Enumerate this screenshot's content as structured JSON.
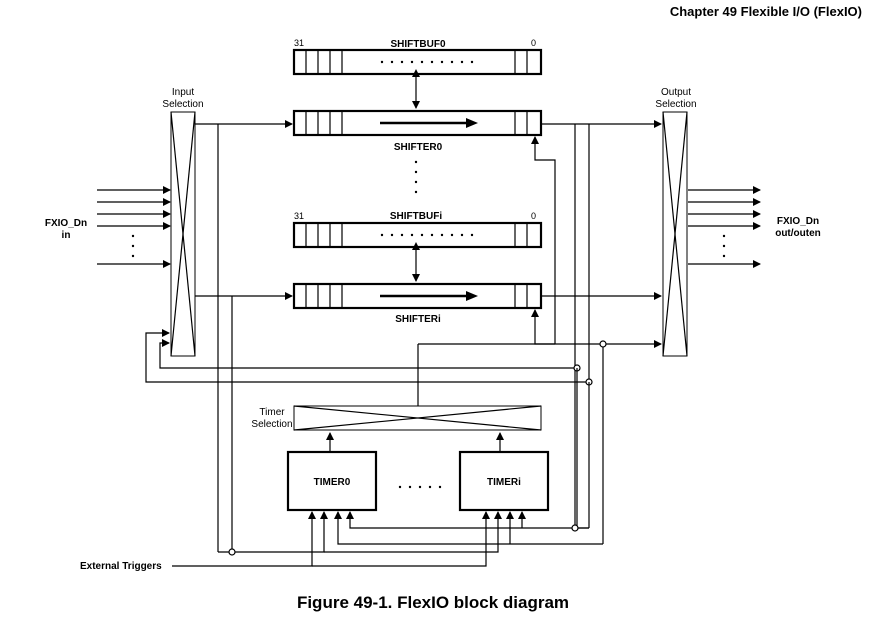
{
  "header": {
    "chapter": "Chapter 49 Flexible I/O (FlexIO)"
  },
  "figure": {
    "caption": "Figure 49-1. FlexIO block diagram"
  },
  "labels": {
    "input_selection_1": "Input",
    "input_selection_2": "Selection",
    "output_selection_1": "Output",
    "output_selection_2": "Selection",
    "shiftbuf0": "SHIFTBUF0",
    "shiftbufi": "SHIFTBUFi",
    "shifter0": "SHIFTER0",
    "shifteri": "SHIFTERi",
    "bit31_a": "31",
    "bit0_a": "0",
    "bit31_b": "31",
    "bit0_b": "0",
    "fxio_in_1": "FXIO_Dn",
    "fxio_in_2": "in",
    "fxio_out_1": "FXIO_Dn",
    "fxio_out_2": "out/outen",
    "timer_selection_1": "Timer",
    "timer_selection_2": "Selection",
    "timer0": "TIMER0",
    "timeri": "TIMERi",
    "external_triggers": "External Triggers"
  }
}
